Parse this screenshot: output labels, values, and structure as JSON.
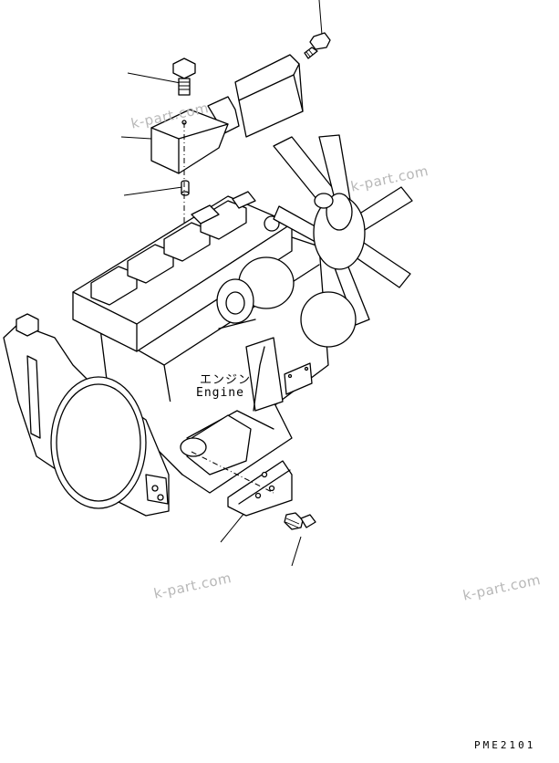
{
  "labels": {
    "engine_jp": "エンジン",
    "engine_en": "Engine"
  },
  "drawing_code": "PME2101",
  "watermarks": [
    "k-part.com",
    "k-part.com",
    "k-part.com",
    "k-part.com"
  ],
  "colors": {
    "line": "#000000",
    "watermark": "#b8b8b8",
    "background": "#ffffff"
  }
}
